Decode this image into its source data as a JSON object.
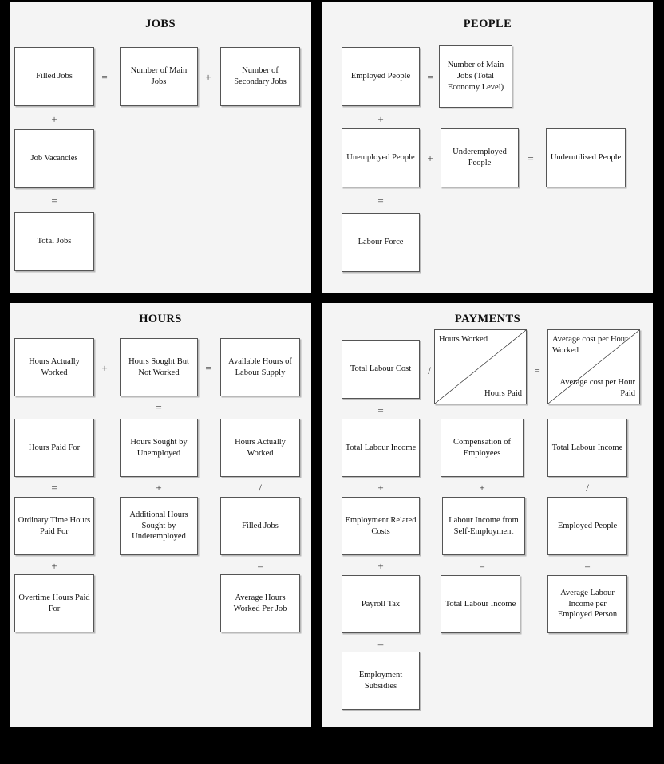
{
  "colors": {
    "background": "#000000",
    "panel_bg": "#f4f4f4",
    "box_bg": "#ffffff",
    "box_border": "#555555",
    "box_shadow": "#b9b9b9",
    "text": "#111111"
  },
  "panels": {
    "jobs": {
      "title": "JOBS",
      "boxes": {
        "filled_jobs": "Filled Jobs",
        "number_main_jobs": "Number of Main Jobs",
        "number_secondary_jobs": "Number of Secondary Jobs",
        "job_vacancies": "Job Vacancies",
        "total_jobs": "Total Jobs"
      },
      "operators": {
        "eq_row1": "=",
        "plus_row1": "+",
        "plus_col1_a": "+",
        "eq_col1_b": "="
      }
    },
    "people": {
      "title": "PEOPLE",
      "boxes": {
        "employed_people": "Employed People",
        "number_main_jobs_total": "Number of Main Jobs (Total Economy Level)",
        "unemployed_people": "Unemployed People",
        "underemployed_people": "Underemployed People",
        "underutilised_people": "Underutilised People",
        "labour_force": "Labour Force"
      },
      "operators": {
        "eq_row1": "=",
        "plus_col1_a": "+",
        "plus_row2": "+",
        "eq_row2": "=",
        "eq_col1_b": "="
      }
    },
    "hours": {
      "title": "HOURS",
      "boxes": {
        "hours_actually_worked": "Hours Actually Worked",
        "hours_sought_not_worked": "Hours Sought But Not Worked",
        "available_hours_labour_supply": "Available Hours of Labour Supply",
        "hours_paid_for": "Hours Paid For",
        "hours_sought_unemployed": "Hours Sought by Unemployed",
        "hours_actually_worked_2": "Hours Actually Worked",
        "ordinary_time_hours_paid_for": "Ordinary Time Hours Paid For",
        "additional_hours_underemployed": "Additional Hours Sought by Underemployed",
        "filled_jobs": "Filled Jobs",
        "overtime_hours_paid_for": "Overtime Hours Paid For",
        "average_hours_worked_per_job": "Average Hours Worked Per Job"
      },
      "operators": {
        "plus_row1_c1c2": "+",
        "eq_row1_c2c3": "=",
        "eq_col2_a": "=",
        "eq_col1_a": "=",
        "plus_col2_b": "+",
        "div_col3_a": "/",
        "plus_col1_b": "+",
        "eq_col3_b": "="
      }
    },
    "payments": {
      "title": "PAYMENTS",
      "boxes": {
        "total_labour_cost": "Total Labour Cost",
        "hours_split_top": "Hours Worked",
        "hours_split_bottom": "Hours Paid",
        "avgcost_split_top": "Average cost per Hour Worked",
        "avgcost_split_bottom": "Average cost per Hour Paid",
        "total_labour_income_1": "Total Labour Income",
        "compensation_of_employees": "Compensation of Employees",
        "total_labour_income_2": "Total Labour Income",
        "employment_related_costs": "Employment Related Costs",
        "labour_income_self_employment": "Labour Income from Self-Employment",
        "employed_people": "Employed People",
        "payroll_tax": "Payroll Tax",
        "total_labour_income_3": "Total Labour Income",
        "average_labour_income_per_person": "Average Labour Income per Employed Person",
        "employment_subsidies": "Employment Subsidies"
      },
      "operators": {
        "div_row1_c1c2": "/",
        "eq_row1_c2c3": "=",
        "eq_col1_a": "=",
        "plus_col1_b": "+",
        "plus_col2_b": "+",
        "div_col3_b": "/",
        "plus_col1_c": "+",
        "eq_col2_c": "=",
        "eq_col3_c": "=",
        "minus_col1_d": "–"
      }
    }
  }
}
